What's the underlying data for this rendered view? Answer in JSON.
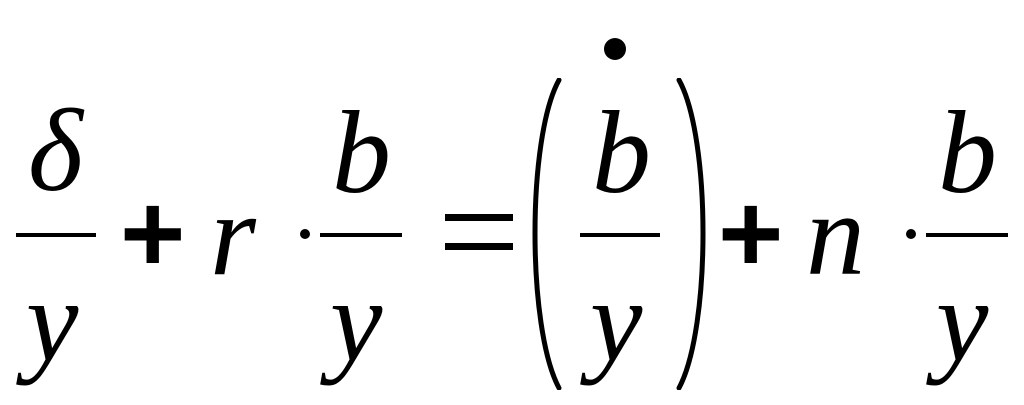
{
  "equation": {
    "term1": {
      "numerator": "δ",
      "denominator": "y"
    },
    "plus1": "+",
    "r": "r",
    "cdot1": "·",
    "term2": {
      "numerator": "b",
      "denominator": "y"
    },
    "equals": "=",
    "term3": {
      "numerator": "b",
      "denominator": "y",
      "dot_accent": "•"
    },
    "plus2": "+",
    "n": "n",
    "cdot2": "·",
    "term4": {
      "numerator": "b",
      "denominator": "y"
    }
  }
}
